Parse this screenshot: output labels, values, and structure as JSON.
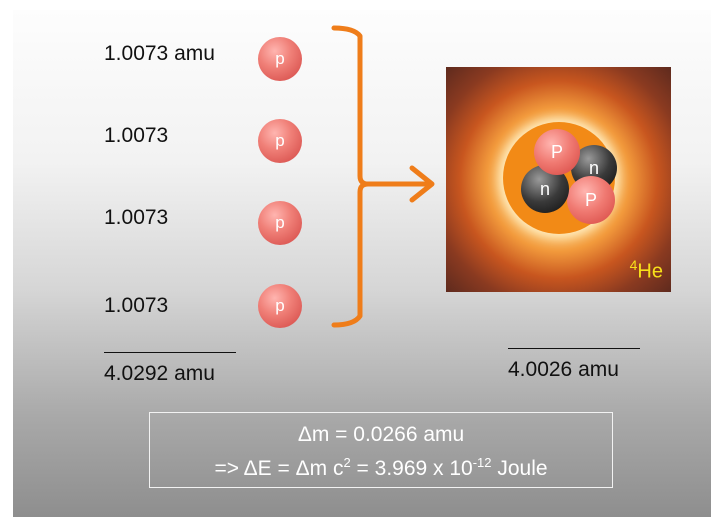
{
  "left": {
    "masses": [
      "1.0073 amu",
      "1.0073",
      "1.0073",
      "1.0073"
    ],
    "proton_label": "p",
    "sum_rule": "__________",
    "total": "4.0292 amu"
  },
  "right": {
    "nucleus": {
      "p": "P",
      "n": "n"
    },
    "label_mass_number": "4",
    "label_symbol": "He",
    "sum_rule": "__________",
    "total": "4.0026 amu"
  },
  "equation": {
    "line1": "Δm = 0.0266 amu",
    "line2_prefix": "=> ΔE = Δm c",
    "line2_exp1": "2",
    "line2_mid": " = 3.969 x 10",
    "line2_exp2": "-12",
    "line2_suffix": " Joule"
  },
  "colors": {
    "bracket_arrow": "#ef7d1a",
    "helium_label": "#f7e01a",
    "proton": "#e8645c",
    "neutron": "#1a1a1a"
  }
}
